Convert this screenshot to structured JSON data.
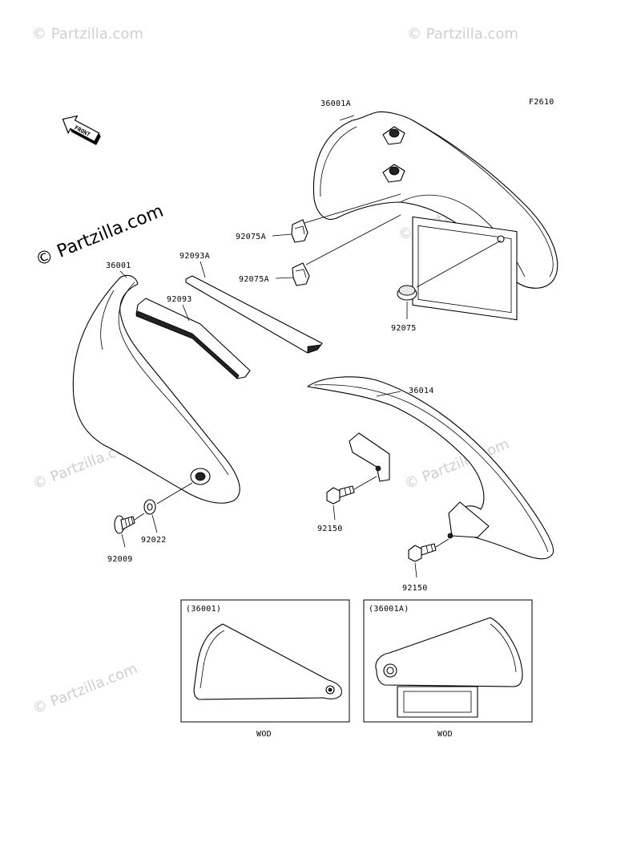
{
  "figure_code": "F2610",
  "front_label": "FRONT",
  "watermark": {
    "text": "© Partzilla.com",
    "big_text": "© Partzilla.com"
  },
  "parts": {
    "p36001A": "36001A",
    "p92075A_1": "92075A",
    "p92075A_2": "92075A",
    "p92075": "92075",
    "p36001": "36001",
    "p92093A": "92093A",
    "p92093": "92093",
    "p36014": "36014",
    "p92150_1": "92150",
    "p92150_2": "92150",
    "p92022": "92022",
    "p92009": "92009"
  },
  "insets": [
    {
      "header": "(36001)",
      "caption": "WOD"
    },
    {
      "header": "(36001A)",
      "caption": "WOD"
    }
  ]
}
